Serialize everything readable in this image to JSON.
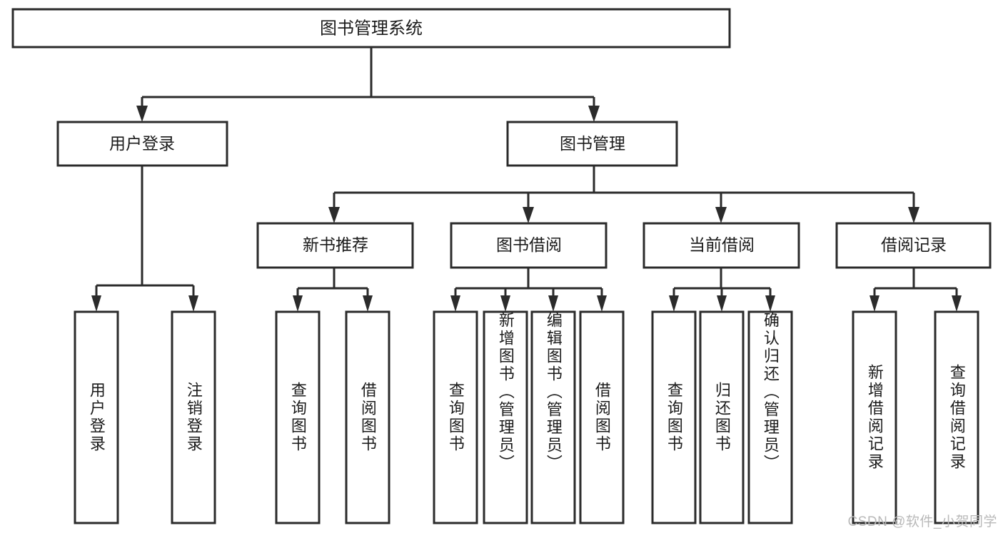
{
  "diagram": {
    "type": "tree-hierarchy",
    "title": "图书管理系统",
    "orientation": "top-down",
    "colors": {
      "box_stroke": "#2b2b2b",
      "box_fill": "#ffffff",
      "text": "#1b1b1b",
      "background": "#ffffff",
      "watermark": "#b9b9b9"
    },
    "root": {
      "label": "图书管理系统"
    },
    "level2": [
      {
        "label": "用户登录"
      },
      {
        "label": "图书管理"
      }
    ],
    "level3": [
      {
        "label": "新书推荐"
      },
      {
        "label": "图书借阅"
      },
      {
        "label": "当前借阅"
      },
      {
        "label": "借阅记录"
      }
    ],
    "leaves": {
      "user_login": [
        {
          "label": "用户登录"
        },
        {
          "label": "注销登录"
        }
      ],
      "new_book_recommend": [
        {
          "label": "查询图书"
        },
        {
          "label": "借阅图书"
        }
      ],
      "book_borrow": [
        {
          "label": "查询图书"
        },
        {
          "label": "新增图书（管理员）"
        },
        {
          "label": "编辑图书（管理员）"
        },
        {
          "label": "借阅图书"
        }
      ],
      "current_borrow": [
        {
          "label": "查询图书"
        },
        {
          "label": "归还图书"
        },
        {
          "label": "确认归还（管理员）"
        }
      ],
      "borrow_records": [
        {
          "label": "新增借阅记录"
        },
        {
          "label": "查询借阅记录"
        }
      ]
    }
  },
  "watermark": {
    "text": "CSDN @软件_小贺同学"
  }
}
